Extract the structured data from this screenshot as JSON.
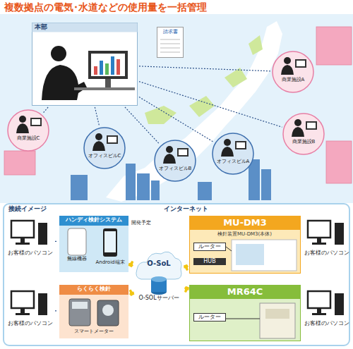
{
  "diagram": {
    "title": "複数拠点の電気･水道などの使用量を一括管理",
    "nodes": [
      {
        "text": [
          "本部"
        ]
      },
      {
        "text": [
          "請求書"
        ]
      },
      {
        "text": [
          "商業施設A"
        ]
      },
      {
        "text": [
          "商業施設C"
        ]
      },
      {
        "text": [
          "商業施設B"
        ]
      },
      {
        "text": [
          "オフィスビルC"
        ]
      },
      {
        "text": [
          "オフィスビルB"
        ]
      },
      {
        "text": [
          "オフィスビルA"
        ]
      },
      {
        "text": [
          "接続イメージ"
        ]
      },
      {
        "text": [
          "お客様のパソコン"
        ],
        "in": 8
      },
      {
        "text": [
          "ハンディ検針システム",
          "無線機器",
          "Android端末"
        ],
        "in": 8
      },
      {
        "text": [
          "MU-DM3",
          "検針装置MU-DM3(本体)",
          "ルーター",
          "HUB"
        ],
        "in": 8
      },
      {
        "text": [
          "お客様のパソコン"
        ],
        "in": 8
      },
      {
        "text": [
          "O-SoL",
          "O-SOLサーバー"
        ],
        "in": 8
      },
      {
        "text": [
          "お客様のパソコン"
        ],
        "in": 8
      },
      {
        "text": [
          "らくらく検針",
          "スマートメーター"
        ],
        "in": 8
      },
      {
        "text": [
          "MR64C",
          "ルーター"
        ],
        "in": 8
      },
      {
        "text": [
          "お客様のパソコン"
        ],
        "in": 8
      }
    ],
    "edges": [
      {
        "from": 0,
        "to": 2,
        "arrow": "none"
      },
      {
        "from": 0,
        "to": 3,
        "arrow": "none"
      },
      {
        "from": 0,
        "to": 4,
        "arrow": "none"
      },
      {
        "from": 0,
        "to": 5,
        "arrow": "none"
      },
      {
        "from": 0,
        "to": 6,
        "arrow": "none"
      },
      {
        "from": 0,
        "to": 7,
        "arrow": "none"
      },
      {
        "from": 9,
        "to": 10,
        "arrow": "none"
      },
      {
        "from": 12,
        "to": 11,
        "arrow": "none"
      },
      {
        "from": 14,
        "to": 15,
        "arrow": "none"
      },
      {
        "from": 17,
        "to": 16,
        "arrow": "none"
      },
      {
        "from": 10,
        "to": 13,
        "arrow": "none"
      },
      {
        "from": 11,
        "to": 13,
        "arrow": "none"
      },
      {
        "from": 15,
        "to": 13,
        "arrow": "none"
      },
      {
        "from": 16,
        "to": 13,
        "arrow": "none"
      }
    ],
    "labels": [
      "インターネット",
      "開発予定"
    ]
  }
}
